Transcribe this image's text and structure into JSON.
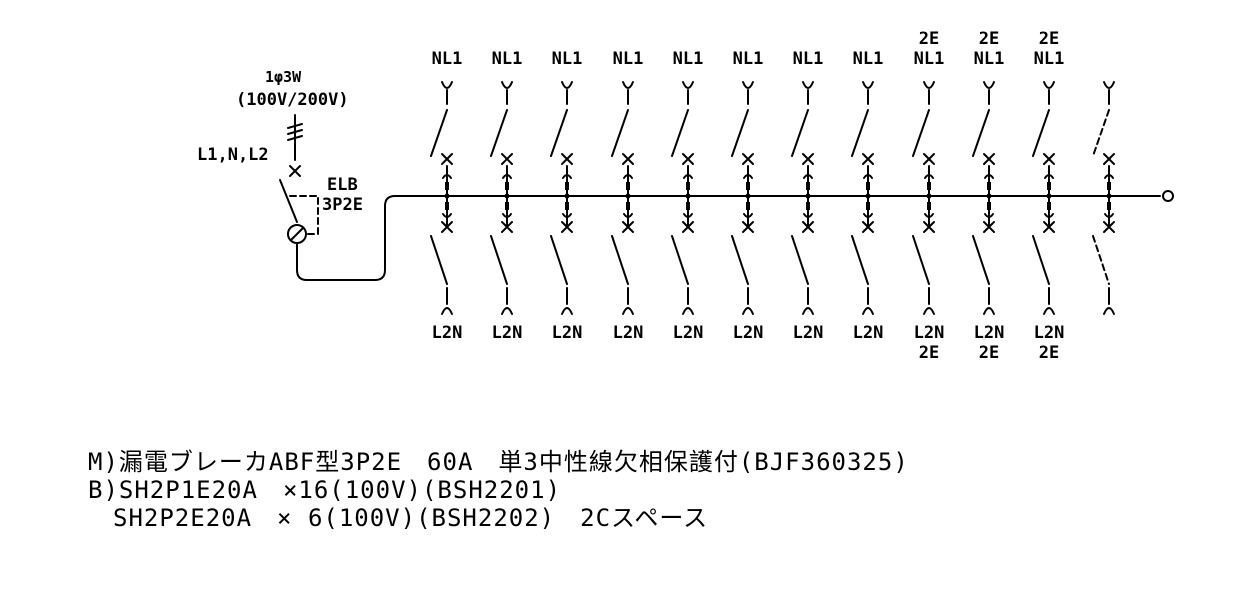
{
  "supply": {
    "phase": "1φ3W",
    "voltage": "(100V/200V)",
    "lines": "L1,N,L2",
    "main_breaker": "ELB",
    "main_breaker_poles": "3P2E"
  },
  "branches": [
    {
      "top": [
        "NL1"
      ],
      "bottom": [
        "L2N"
      ],
      "dashed": false
    },
    {
      "top": [
        "NL1"
      ],
      "bottom": [
        "L2N"
      ],
      "dashed": false
    },
    {
      "top": [
        "NL1"
      ],
      "bottom": [
        "L2N"
      ],
      "dashed": false
    },
    {
      "top": [
        "NL1"
      ],
      "bottom": [
        "L2N"
      ],
      "dashed": false
    },
    {
      "top": [
        "NL1"
      ],
      "bottom": [
        "L2N"
      ],
      "dashed": false
    },
    {
      "top": [
        "NL1"
      ],
      "bottom": [
        "L2N"
      ],
      "dashed": false
    },
    {
      "top": [
        "NL1"
      ],
      "bottom": [
        "L2N"
      ],
      "dashed": false
    },
    {
      "top": [
        "NL1"
      ],
      "bottom": [
        "L2N"
      ],
      "dashed": false
    },
    {
      "top": [
        "2E",
        "NL1"
      ],
      "bottom": [
        "L2N",
        "2E"
      ],
      "dashed": false
    },
    {
      "top": [
        "2E",
        "NL1"
      ],
      "bottom": [
        "L2N",
        "2E"
      ],
      "dashed": false
    },
    {
      "top": [
        "2E",
        "NL1"
      ],
      "bottom": [
        "L2N",
        "2E"
      ],
      "dashed": false
    },
    {
      "top": [],
      "bottom": [],
      "dashed": true
    }
  ],
  "notes": [
    "M)漏電ブレーカABF型3P2E　60A　単3中性線欠相保護付(BJF360325)",
    "B)SH2P1E20A　×16(100V)(BSH2201)",
    "　SH2P2E20A　× 6(100V)(BSH2202)　2Cスペース"
  ]
}
